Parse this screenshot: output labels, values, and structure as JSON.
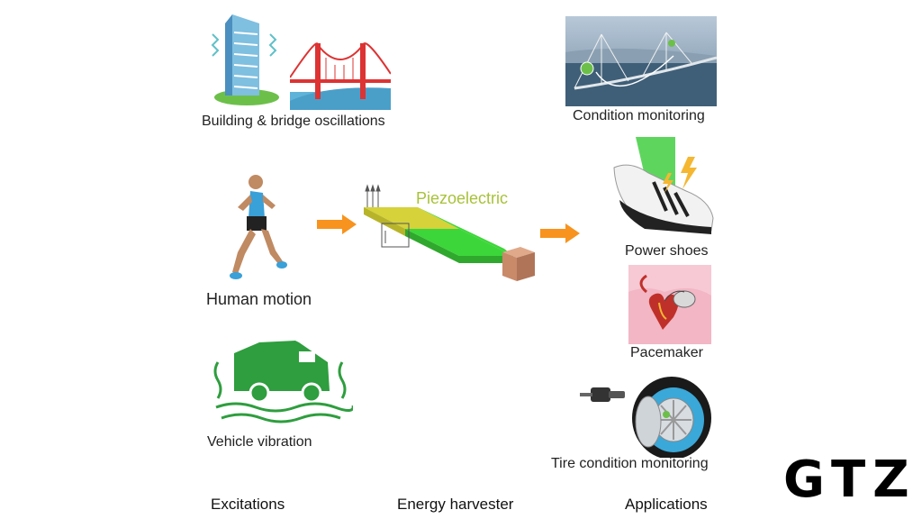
{
  "excitations": {
    "building_bridge": "Building & bridge oscillations",
    "human_motion": "Human motion",
    "vehicle_vibration": "Vehicle vibration"
  },
  "harvester": {
    "material_label": "Piezoelectric"
  },
  "applications": {
    "condition_monitoring": "Condition monitoring",
    "power_shoes": "Power shoes",
    "pacemaker": "Pacemaker",
    "tire_monitoring": "Tire condition monitoring"
  },
  "columns": {
    "excitations": "Excitations",
    "energy_harvester": "Energy harvester",
    "applications": "Applications"
  },
  "logo": "GTZ",
  "colors": {
    "arrow": "#f7931e",
    "beam_yellow": "#d6d23a",
    "beam_green": "#3dd63a",
    "mass": "#c98a6a",
    "vehicle": "#2e9e3e",
    "piezo_text": "#a8c23a"
  },
  "icons": [
    "building-icon",
    "bridge-icon",
    "runner-icon",
    "vehicle-icon",
    "piezo-beam-icon",
    "cable-bridge-photo",
    "shoe-icon",
    "heart-pacemaker-icon",
    "tire-sensor-icon"
  ]
}
